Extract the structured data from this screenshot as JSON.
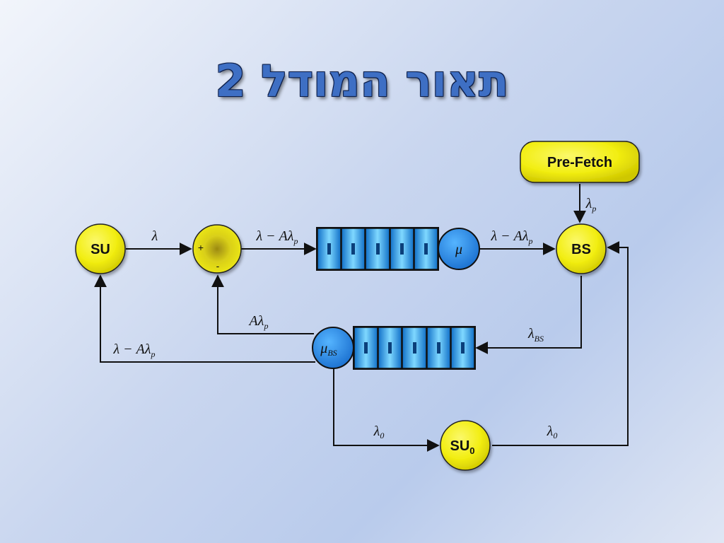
{
  "title": "תאור המודל 2",
  "nodes": {
    "su": "SU",
    "bs": "BS",
    "su0_base": "SU",
    "su0_sub": "0",
    "prefetch": "Pre-Fetch",
    "plus": "+",
    "minus": "-"
  },
  "servers": {
    "mu": "μ",
    "mu_bs_base": "μ",
    "mu_bs_sub": "BS"
  },
  "labels": {
    "lambda": "λ",
    "lambda_minus_alp_base": "λ − Aλ",
    "lambda_minus_alp_sub": "p",
    "lambda_p_base": "λ",
    "lambda_p_sub": "p",
    "a_lambda_p_base": "Aλ",
    "a_lambda_p_sub": "p",
    "lambda_bs_base": "λ",
    "lambda_bs_sub": "BS",
    "lambda0_base": "λ",
    "lambda0_sub": "0"
  },
  "colors": {
    "node_yellow": "#f2ee12",
    "queue_blue": "#1e88e0",
    "title_blue": "#3e6fc4"
  }
}
